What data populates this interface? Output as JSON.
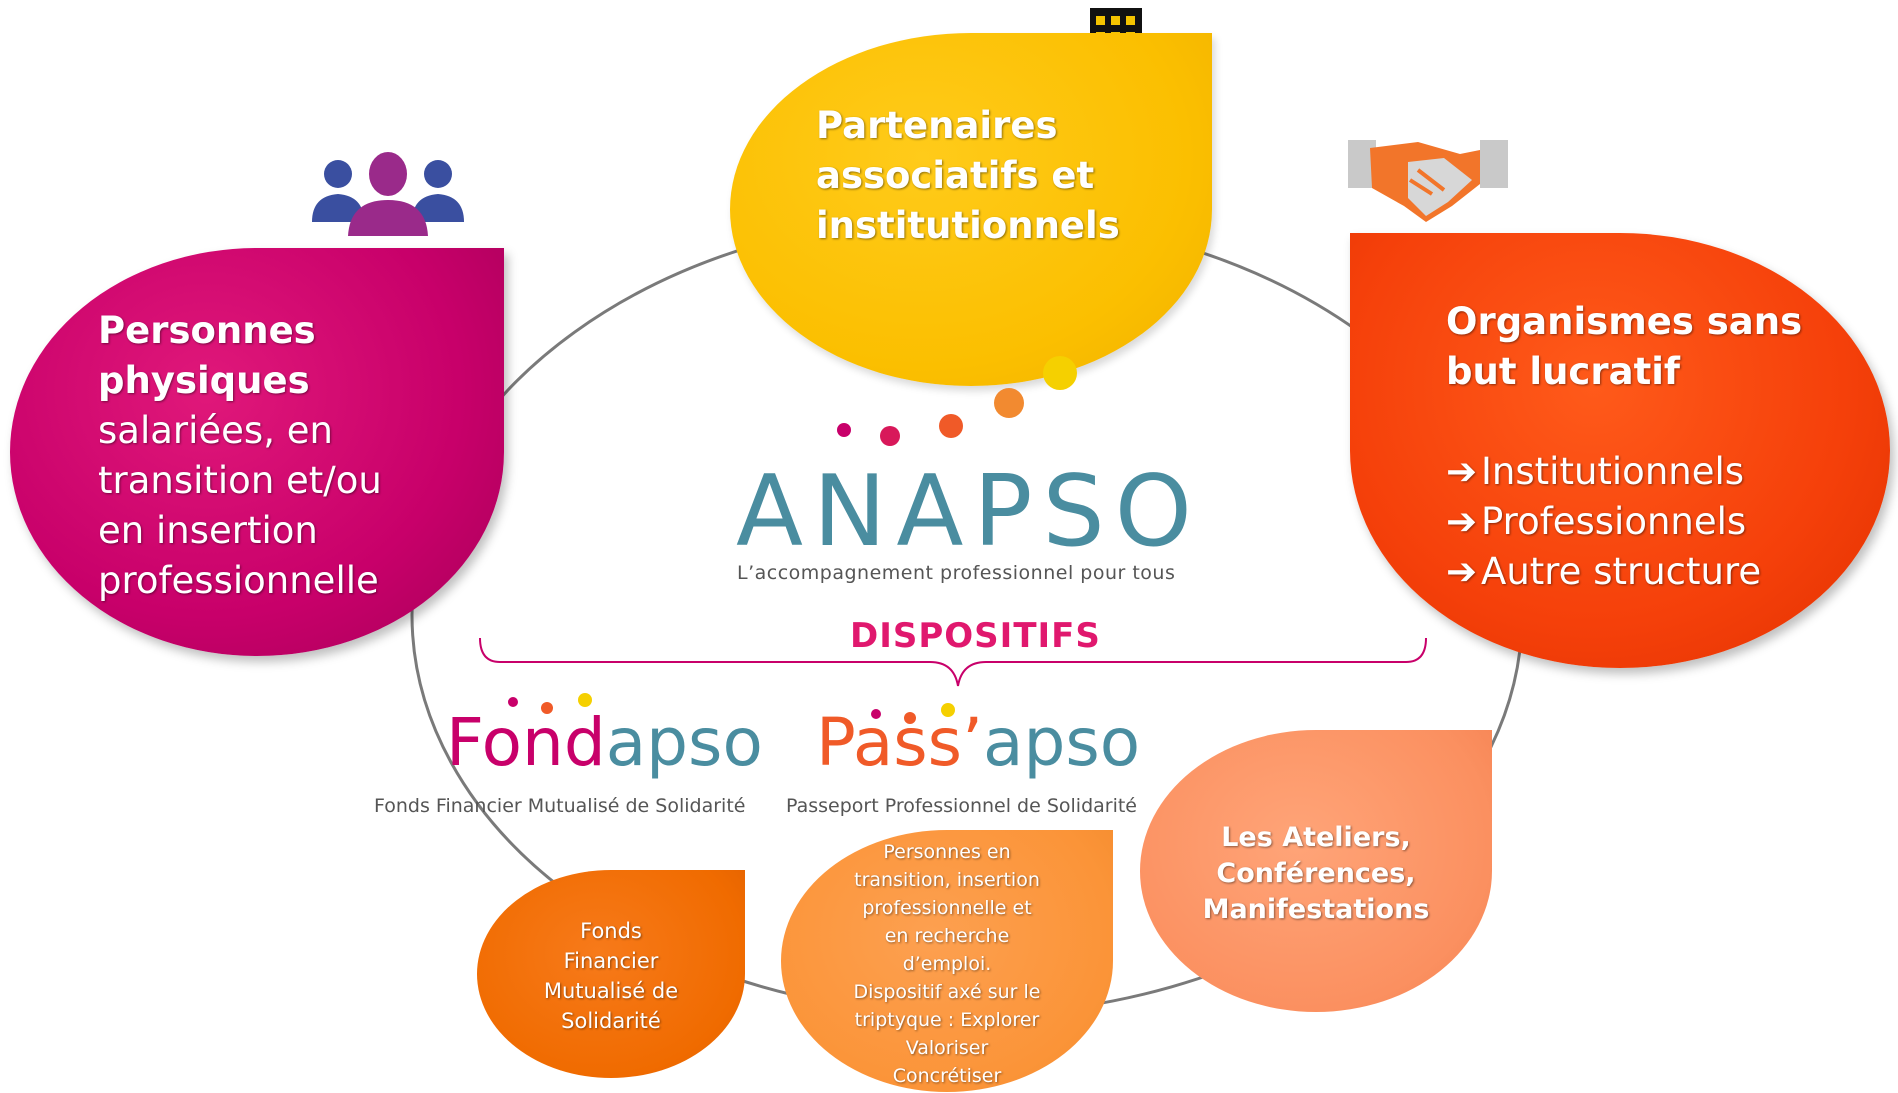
{
  "bubbles": {
    "personnes": {
      "title_line1": "Personnes",
      "title_line2": "physiques",
      "body": [
        "salariées, en",
        "transition et/ou",
        "en insertion",
        "professionnelle"
      ]
    },
    "partenaires": {
      "lines": [
        "Partenaires",
        "associatifs et",
        "institutionnels"
      ]
    },
    "organismes": {
      "title": [
        "Organismes sans",
        "but lucratif"
      ],
      "items": [
        "Institutionnels",
        "Professionnels",
        "Autre structure"
      ],
      "arrow": "➔"
    },
    "ateliers": {
      "lines": [
        "Les Ateliers,",
        "Conférences,",
        "Manifestations"
      ]
    },
    "pass_description": {
      "lines": [
        "Personnes en",
        "transition, insertion",
        "professionnelle et",
        "en recherche",
        "d’emploi.",
        "Dispositif axé sur le",
        "triptyque : Explorer",
        "Valoriser",
        "Concrétiser"
      ]
    },
    "fonds": {
      "lines": [
        "Fonds",
        "Financier",
        "Mutualisé de",
        "Solidarité"
      ]
    }
  },
  "logo": {
    "name": "ANAPSO",
    "tagline": "L’accompagnement professionnel pour tous"
  },
  "dispositifs": {
    "label": "DISPOSITIFS",
    "fondapso": {
      "name_part1": "Fond",
      "name_part2": "apso",
      "tagline": "Fonds Financier Mutualisé de Solidarité"
    },
    "passapso": {
      "name_part1": "Pass’",
      "name_part2": "apso",
      "tagline": "Passeport Professionnel de Solidarité"
    }
  },
  "icons": {
    "people": "people-group-icon",
    "buildings": "buildings-icon",
    "handshake": "handshake-icon"
  },
  "colors": {
    "magenta": "#c8006a",
    "yellow": "#fbbf00",
    "red_orange": "#f5400a",
    "salmon": "#fb9060",
    "orange": "#fb9438",
    "dark_orange": "#f06b00",
    "teal": "#4a8da0",
    "pink_label": "#e0186e"
  }
}
